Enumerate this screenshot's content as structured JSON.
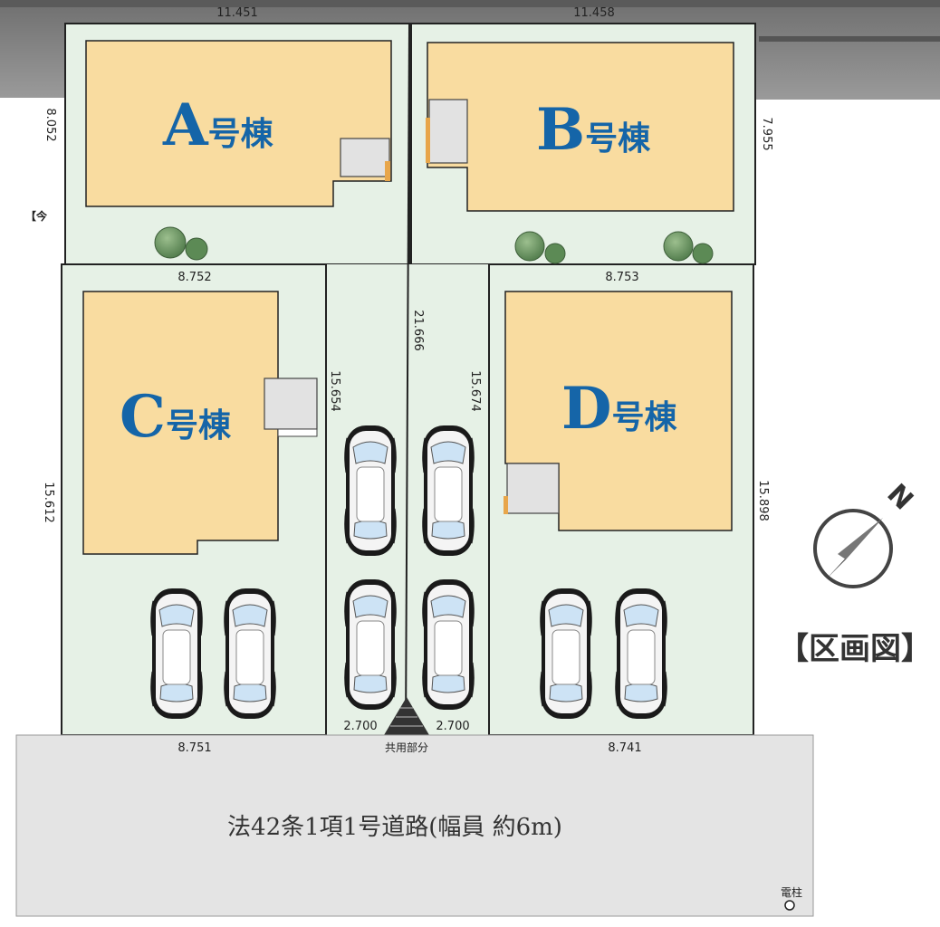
{
  "buildings": {
    "A": {
      "letter": "A",
      "suffix": "号棟"
    },
    "B": {
      "letter": "B",
      "suffix": "号棟"
    },
    "C": {
      "letter": "C",
      "suffix": "号棟"
    },
    "D": {
      "letter": "D",
      "suffix": "号棟"
    }
  },
  "dimensions": {
    "a_top": "11.451",
    "b_top": "11.458",
    "a_left": "8.052",
    "b_right": "7.955",
    "c_top": "8.752",
    "d_top": "8.753",
    "driveway_center": "21.666",
    "c_right": "15.654",
    "d_left": "15.674",
    "c_left": "15.612",
    "d_right": "15.898",
    "c_bottom": "8.751",
    "d_bottom": "8.741",
    "shared_left": "2.700",
    "shared_right": "2.700"
  },
  "labels": {
    "shared_area": "共用部分",
    "road": "法42条1項1号道路(幅員 約6m)",
    "utility_pole": "電柱",
    "plan_title": "【区画図】",
    "north": "N",
    "cut_left": "【今"
  },
  "colors": {
    "lot": "#e6f1e6",
    "building": "#f9dca0",
    "road": "#e4e4e4",
    "text_blue": "#1565a8"
  }
}
